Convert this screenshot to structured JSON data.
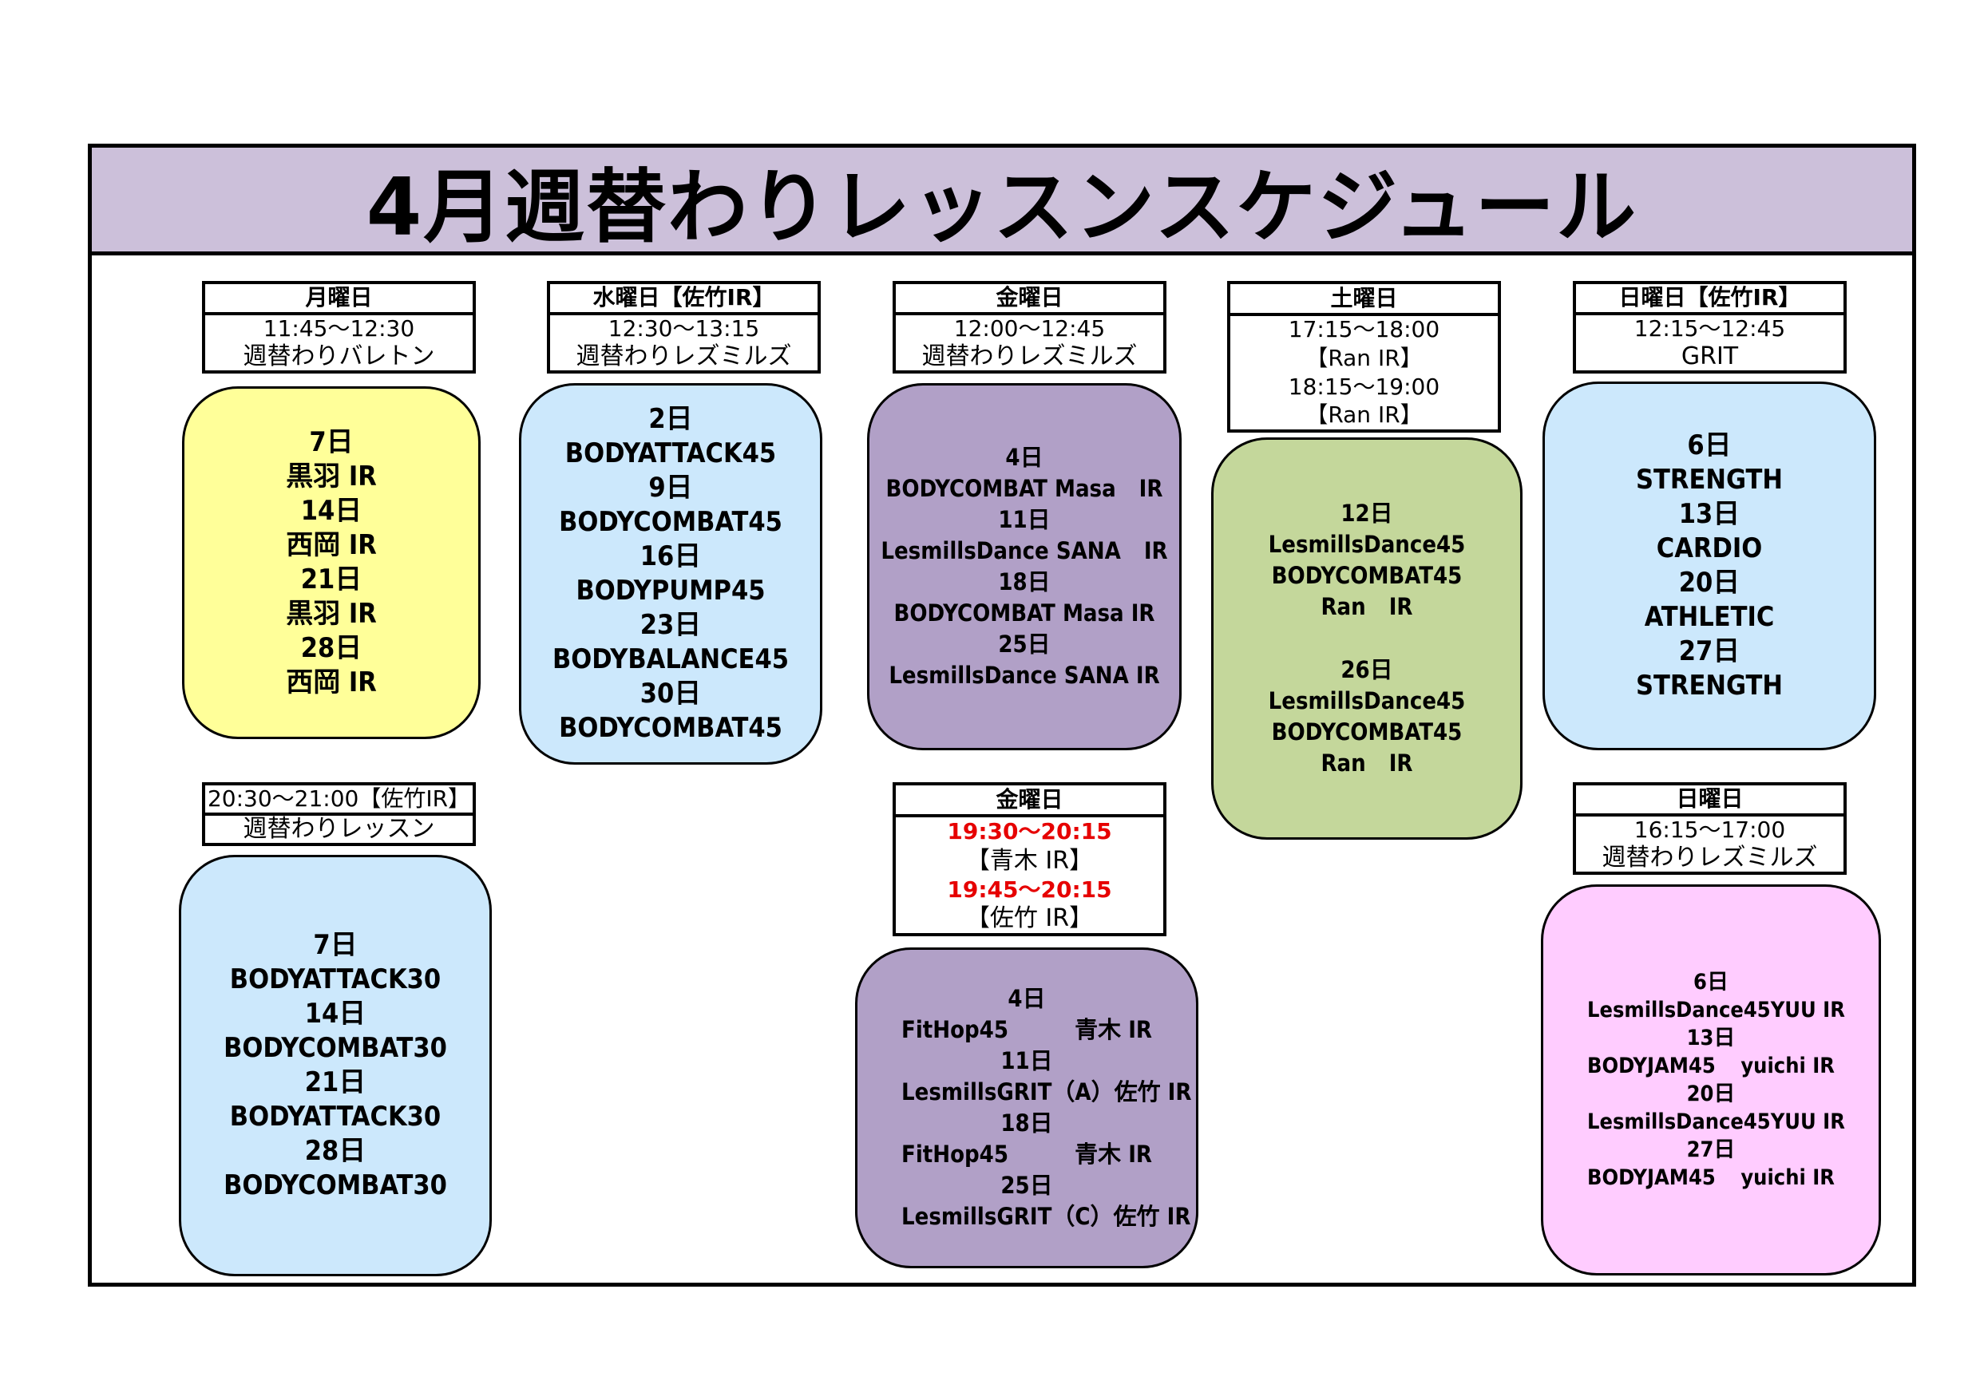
{
  "title": "4月週替わりレッスンスケジュール",
  "colors": {
    "title_bg": "#ccc0da",
    "yellow": "#ffff99",
    "light_blue": "#cce8fc",
    "purple": "#b1a0c7",
    "green": "#c4d79b",
    "pink": "#ffccff",
    "time_red": "#e60000"
  },
  "monday": {
    "day": "月曜日",
    "time": "11:45～12:30",
    "program": "週替わりバレトン",
    "rows": [
      "7日",
      "黒羽 IR",
      "14日",
      "西岡 IR",
      "21日",
      "黒羽 IR",
      "28日",
      "西岡 IR"
    ]
  },
  "monday_night": {
    "time": "20:30～21:00【佐竹IR】",
    "program": "週替わりレッスン",
    "rows": [
      "7日",
      "BODYATTACK30",
      "14日",
      "BODYCOMBAT30",
      "21日",
      "BODYATTACK30",
      "28日",
      "BODYCOMBAT30"
    ]
  },
  "wednesday": {
    "day": "水曜日【佐竹IR】",
    "time": "12:30～13:15",
    "program": "週替わりレズミルズ",
    "rows": [
      "2日",
      "BODYATTACK45",
      "9日",
      "BODYCOMBAT45",
      "16日",
      "BODYPUMP45",
      "23日",
      "BODYBALANCE45",
      "30日",
      "BODYCOMBAT45"
    ]
  },
  "friday": {
    "day": "金曜日",
    "time": "12:00～12:45",
    "program": "週替わりレズミルズ",
    "rows": [
      "4日",
      "BODYCOMBAT Masa　IR",
      "11日",
      "LesmillsDance SANA　IR",
      "18日",
      "BODYCOMBAT Masa IR",
      "25日",
      "LesmillsDance SANA IR"
    ]
  },
  "friday_night": {
    "day": "金曜日",
    "time1": "19:30～20:15",
    "ir1": "【青木 IR】",
    "time2": "19:45～20:15",
    "ir2": "【佐竹 IR】",
    "rows": [
      {
        "date": "4日"
      },
      {
        "left": "FitHop45",
        "right": "青木 IR"
      },
      {
        "date": "11日"
      },
      {
        "left": "LesmillsGRIT（A）",
        "right": "佐竹 IR"
      },
      {
        "date": "18日"
      },
      {
        "left": "FitHop45",
        "right": "青木 IR"
      },
      {
        "date": "25日"
      },
      {
        "left": "LesmillsGRIT（C）",
        "right": "佐竹 IR"
      }
    ]
  },
  "saturday": {
    "day": "土曜日",
    "time1": "17:15～18:00",
    "ir1": "【Ran IR】",
    "time2": "18:15～19:00",
    "ir2": "【Ran IR】",
    "group1": [
      "12日",
      "LesmillsDance45",
      "BODYCOMBAT45",
      "Ran　IR"
    ],
    "group2": [
      "26日",
      "LesmillsDance45",
      "BODYCOMBAT45",
      "Ran　IR"
    ]
  },
  "sunday": {
    "day": "日曜日【佐竹IR】",
    "time": "12:15～12:45",
    "program": "GRIT",
    "rows": [
      "6日",
      "STRENGTH",
      "13日",
      "CARDIO",
      "20日",
      "ATHLETIC",
      "27日",
      "STRENGTH"
    ]
  },
  "sunday_afternoon": {
    "day": "日曜日",
    "time": "16:15～17:00",
    "program": "週替わりレズミルズ",
    "rows": [
      {
        "date": "6日"
      },
      {
        "left": "LesmillsDance45",
        "right": "YUU IR"
      },
      {
        "date": "13日"
      },
      {
        "left": "BODYJAM45",
        "right": "yuichi IR"
      },
      {
        "date": "20日"
      },
      {
        "left": "LesmillsDance45",
        "right": "YUU IR"
      },
      {
        "date": "27日"
      },
      {
        "left": "BODYJAM45",
        "right": "yuichi IR"
      }
    ]
  }
}
